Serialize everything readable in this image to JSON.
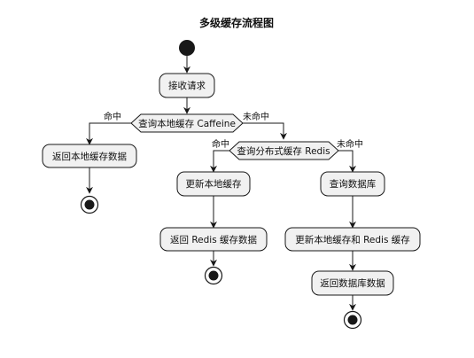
{
  "title": "多级缓存流程图",
  "nodes": {
    "receive": "接收请求",
    "check_local": "查询本地缓存 Caffeine",
    "return_local": "返回本地缓存数据",
    "check_redis": "查询分布式缓存 Redis",
    "update_local": "更新本地缓存",
    "return_redis": "返回 Redis 缓存数据",
    "query_db": "查询数据库",
    "update_both": "更新本地缓存和 Redis 缓存",
    "return_db": "返回数据库数据"
  },
  "edges": {
    "local_hit": "命中",
    "local_miss": "未命中",
    "redis_hit": "命中",
    "redis_miss": "未命中"
  }
}
